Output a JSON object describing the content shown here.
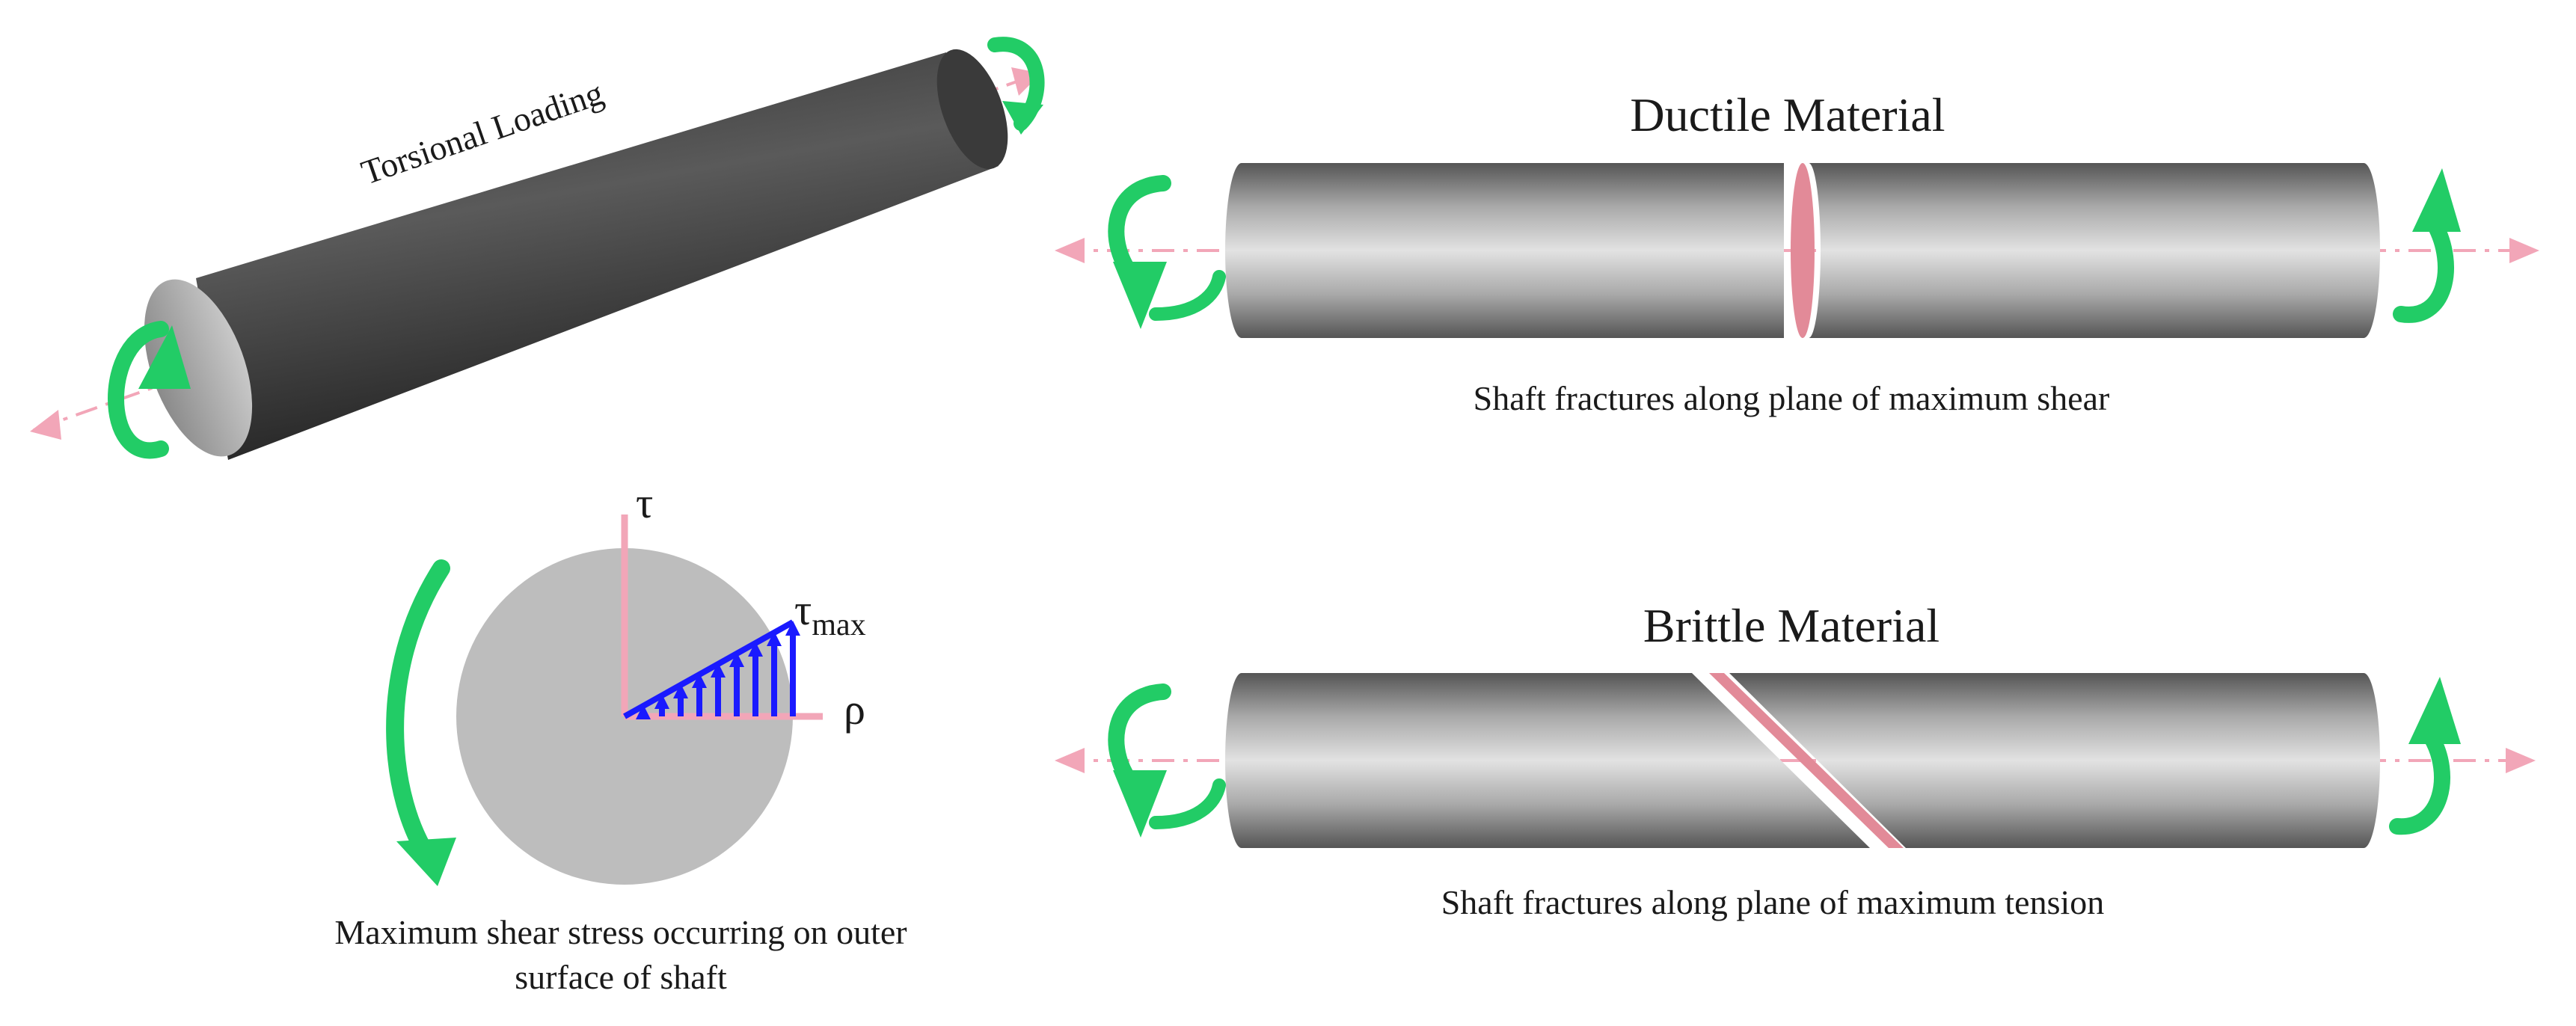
{
  "torsion": {
    "label": "Torsional Loading"
  },
  "stress_diagram": {
    "tau_label": "τ",
    "tau_max_label": "τ",
    "tau_max_subscript": "max",
    "rho_label": "ρ",
    "caption_line1": "Maximum shear stress occurring on outer",
    "caption_line2": "surface of shaft"
  },
  "ductile": {
    "title": "Ductile Material",
    "caption": "Shaft fractures along plane of maximum shear"
  },
  "brittle": {
    "title": "Brittle Material",
    "caption": "Shaft fractures along plane of maximum tension"
  },
  "colors": {
    "arrow_green": "#22cc66",
    "axis_pink": "#f2a6b8",
    "fracture_pink": "#e28a98",
    "stress_blue": "#1a1aff",
    "disc_gray": "#bdbdbd",
    "shaft_dark": "#4a4a4a",
    "shaft_light": "#e6e6e6"
  }
}
